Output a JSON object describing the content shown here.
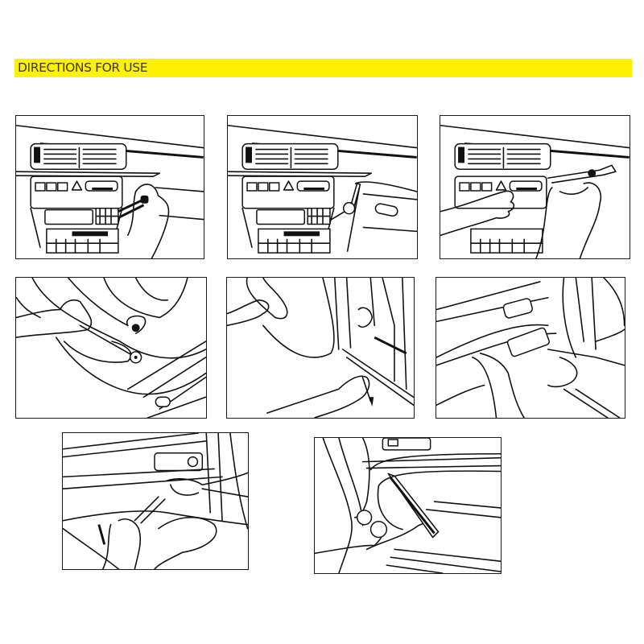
{
  "header": {
    "title": "DIRECTIONS FOR USE",
    "bar_color": "#fff200",
    "text_color": "#3b3a1c"
  },
  "steps": [
    {
      "index": 1,
      "scene": "dashboard-radio",
      "action": "pry-tool-inserted-at-radio-bezel-right-side"
    },
    {
      "index": 2,
      "scene": "dashboard-radio",
      "action": "pry-tool-levering-radio-bezel"
    },
    {
      "index": 3,
      "scene": "dashboard-radio",
      "action": "removing-dash-trim-with-pry-tool"
    },
    {
      "index": 4,
      "scene": "door-panel",
      "action": "prying-door-handle-trim"
    },
    {
      "index": 5,
      "scene": "door-frame",
      "action": "prying-door-edge-trim"
    },
    {
      "index": 6,
      "scene": "door-panel",
      "action": "lifting-window-switch-panel"
    },
    {
      "index": 7,
      "scene": "door-panel",
      "action": "prying-armrest-trim"
    },
    {
      "index": 8,
      "scene": "door-panel",
      "action": "removing-door-panel-with-pry-tool"
    }
  ]
}
